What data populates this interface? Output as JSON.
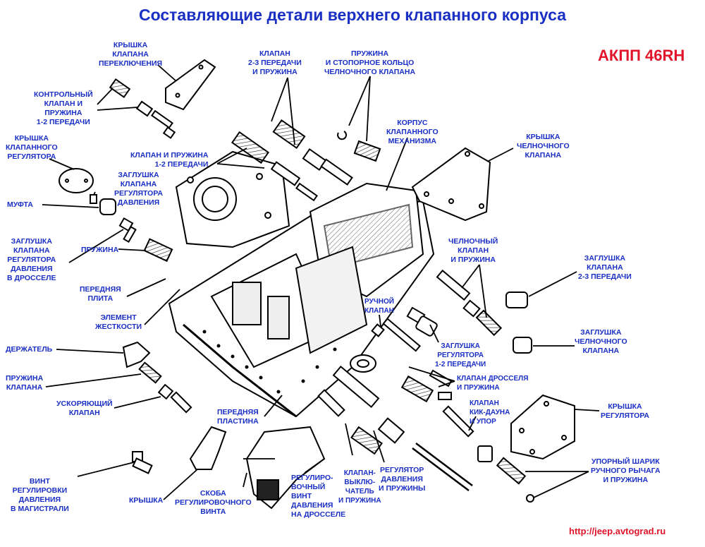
{
  "title": "Составляющие детали верхнего клапанного корпуса",
  "model": "АКПП 46RH",
  "url": "http://jeep.avtograd.ru",
  "labels": {
    "shift_valve_cover": "КРЫШКА\nКЛАПАНА\nПЕРЕКЛЮЧЕНИЯ",
    "control_valve_1_2": "КОНТРОЛЬНЫЙ\nКЛАПАН И\nПРУЖИНА\n1-2 ПЕРЕДАЧИ",
    "valve_2_3": "КЛАПАН\n2-3 ПЕРЕДАЧИ\nИ ПРУЖИНА",
    "shuttle_spring_ring": "ПРУЖИНА\nИ СТОПОРНОЕ КОЛЬЦО\nЧЕЛНОЧНОГО КЛАПАНА",
    "regulator_valve_cover": "КРЫШКА\nКЛАПАННОГО\nРЕГУЛЯТОРА",
    "valve_body": "КОРПУС\nКЛАПАННОГО\nМЕХАНИЗМА",
    "shuttle_valve_cover": "КРЫШКА\nЧЕЛНОЧНОГО\nКЛАПАНА",
    "valve_spring_1_2": "КЛАПАН И ПРУЖИНА\n1-2 ПЕРЕДАЧИ",
    "pressure_regulator_plug": "ЗАГЛУШКА\nКЛАПАНА\nРЕГУЛЯТОРА\nДАВЛЕНИЯ",
    "sleeve": "МУФТА",
    "throttle_regulator_plug": "ЗАГЛУШКА\nКЛАПАНА\nРЕГУЛЯТОРА\nДАВЛЕНИЯ\nВ ДРОССЕЛЕ",
    "spring": "ПРУЖИНА",
    "shuttle_valve_spring": "ЧЕЛНОЧНЫЙ\nКЛАПАН\nИ ПРУЖИНА",
    "plug_2_3": "ЗАГЛУШКА\nКЛАПАНА\n2-3 ПЕРЕДАЧИ",
    "front_plate": "ПЕРЕДНЯЯ\nПЛИТА",
    "manual_valve": "РУЧНОЙ\nКЛАПАН",
    "stiffener": "ЭЛЕМЕНТ\nЖЕСТКОСТИ",
    "shuttle_plug": "ЗАГЛУШКА\nЧЕЛНОЧНОГО\nКЛАПАНА",
    "regulator_plug_1_2": "ЗАГЛУШКА\nРЕГУЛЯТОРА\n1-2 ПЕРЕДАЧИ",
    "retainer": "ДЕРЖАТЕЛЬ",
    "throttle_valve_spring": "КЛАПАН ДРОССЕЛЯ\nИ ПРУЖИНА",
    "valve_spring": "ПРУЖИНА\nКЛАПАНА",
    "accelerating_valve": "УСКОРЯЮЩИЙ\nКЛАПАН",
    "kickdown_valve": "КЛАПАН\nКИК-ДАУНА\nИ УПОР",
    "regulator_cover": "КРЫШКА\nРЕГУЛЯТОРА",
    "front_plate_2": "ПЕРЕДНЯЯ\nПЛАСТИНА",
    "check_ball": "УПОРНЫЙ ШАРИК\nРУЧНОГО РЫЧАГА\nИ ПРУЖИНА",
    "line_pressure_screw": "ВИНТ\nРЕГУЛИРОВКИ\nДАВЛЕНИЯ\nВ МАГИСТРАЛИ",
    "cover": "КРЫШКА",
    "adjust_screw_bracket": "СКОБА\nРЕГУЛИРОВОЧНОГО\nВИНТА",
    "throttle_adjust_screw": "РЕГУЛИРО-\nВОЧНЫЙ\nВИНТ\nДАВЛЕНИЯ\nНА ДРОССЕЛЕ",
    "switch_valve": "КЛАПАН-\nВЫКЛЮ-\nЧАТЕЛЬ\nИ ПРУЖИНА",
    "pressure_regulator_spring": "РЕГУЛЯТОР\nДАВЛЕНИЯ\nИ ПРУЖИНЫ"
  }
}
